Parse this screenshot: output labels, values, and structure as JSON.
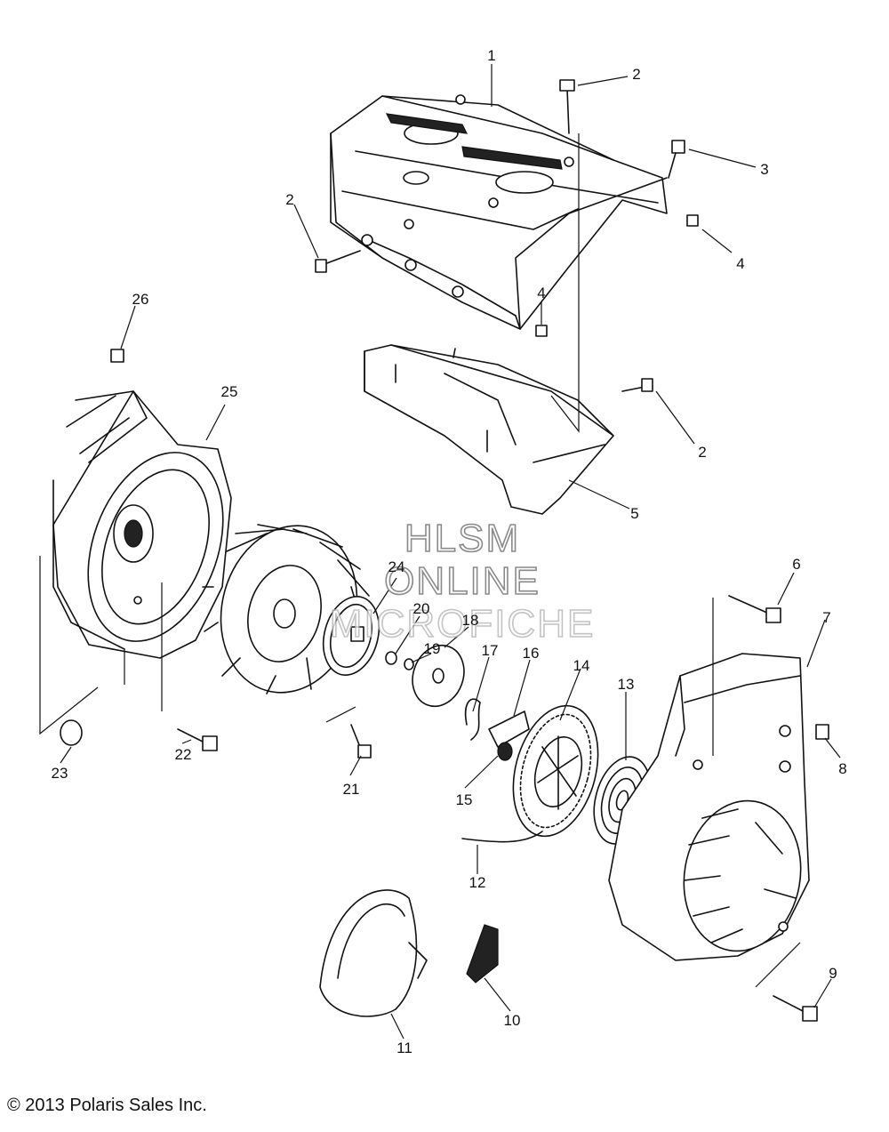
{
  "watermark": {
    "line1": "HLSM",
    "line2": "ONLINE",
    "line3": "MICROFICHE"
  },
  "callouts": [
    "1",
    "2",
    "3",
    "4",
    "2",
    "4",
    "26",
    "25",
    "2",
    "5",
    "6",
    "7",
    "8",
    "9",
    "10",
    "11",
    "12",
    "13",
    "14",
    "15",
    "16",
    "17",
    "18",
    "19",
    "20",
    "21",
    "22",
    "23",
    "24"
  ],
  "copyright": "© 2013 Polaris Sales Inc."
}
